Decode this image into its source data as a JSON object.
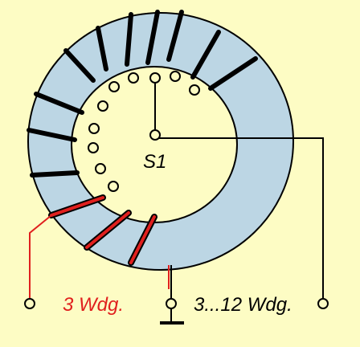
{
  "labels": {
    "switch": "S1",
    "primary": "3 Wdg.",
    "secondary": "3...12 Wdg."
  },
  "colors": {
    "background": "#fdfcc4",
    "core_fill": "#bcd6e4",
    "winding": "#000000",
    "primary_winding": "#e0201e",
    "wire": "#000000"
  }
}
